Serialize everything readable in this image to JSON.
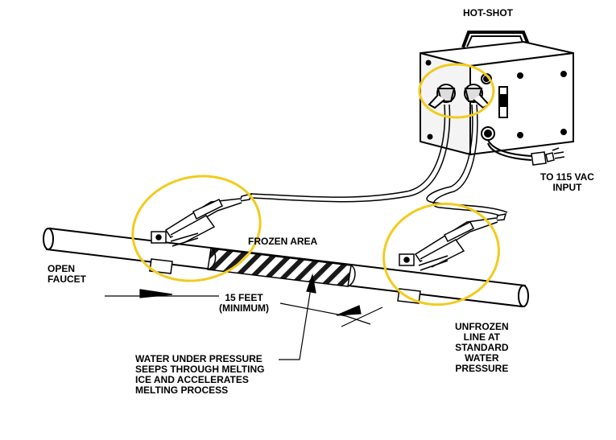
{
  "labels": {
    "hot_shot": "HOT-SHOT",
    "input": "TO 115 VAC\nINPUT",
    "frozen_area": "FROZEN AREA",
    "open_faucet": "OPEN\nFAUCET",
    "distance": "15 FEET\n(MINIMUM)",
    "unfrozen_line": "UNFROZEN\nLINE AT\nSTANDARD\nWATER\nPRESSURE",
    "water_note": "WATER UNDER PRESSURE\nSEEPS THROUGH MELTING\nICE AND ACCELERATES\nMELTING PROCESS"
  },
  "colors": {
    "highlight": "#f2cb1d",
    "line": "#000000",
    "background": "#ffffff"
  }
}
